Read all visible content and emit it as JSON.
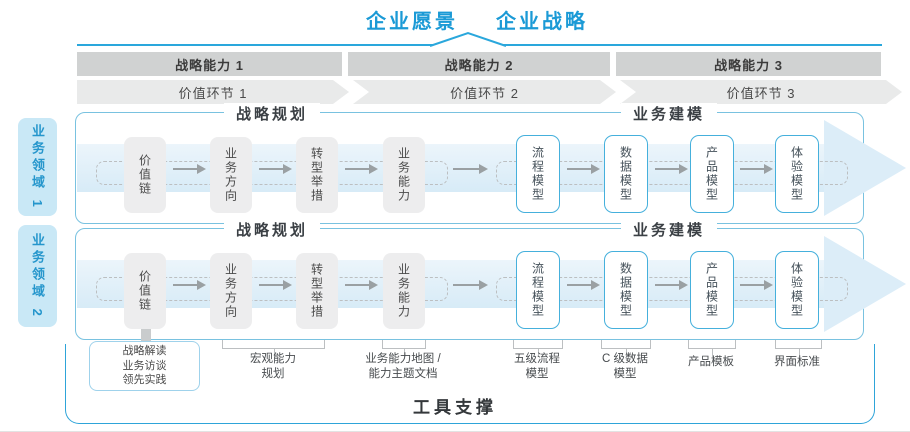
{
  "header": {
    "vision": "企业愿景",
    "strategy": "企业战略"
  },
  "capability_row": [
    {
      "label": "战略能力 1"
    },
    {
      "label": "战略能力 2"
    },
    {
      "label": "战略能力 3"
    }
  ],
  "value_row": [
    {
      "label": "价值环节 1"
    },
    {
      "label": "价值环节 2"
    },
    {
      "label": "价值环节 3"
    }
  ],
  "domains": [
    {
      "label": "业务领域 1"
    },
    {
      "label": "业务领域 2"
    }
  ],
  "panels": [
    {
      "plan_title": "战略规划",
      "model_title": "业务建模",
      "plan_boxes": [
        {
          "label": "价值链"
        },
        {
          "label": "业务方向"
        },
        {
          "label": "转型举措"
        },
        {
          "label": "业务能力"
        }
      ],
      "model_boxes": [
        {
          "label": "流程模型"
        },
        {
          "label": "数据模型"
        },
        {
          "label": "产品模型"
        },
        {
          "label": "体验模型"
        }
      ]
    },
    {
      "plan_title": "战略规划",
      "model_title": "业务建模",
      "plan_boxes": [
        {
          "label": "价值链"
        },
        {
          "label": "业务方向"
        },
        {
          "label": "转型举措"
        },
        {
          "label": "业务能力"
        }
      ],
      "model_boxes": [
        {
          "label": "流程模型"
        },
        {
          "label": "数据模型"
        },
        {
          "label": "产品模型"
        },
        {
          "label": "体验模型"
        }
      ]
    }
  ],
  "inputs_box": {
    "lines": [
      {
        "text": "战略解读"
      },
      {
        "text": "业务访谈"
      },
      {
        "text": "领先实践"
      }
    ]
  },
  "deliverables": [
    {
      "lines": [
        "宏观能力",
        "规划"
      ]
    },
    {
      "lines": [
        "业务能力地图 /",
        "能力主题文档"
      ]
    },
    {
      "lines": [
        "五级流程",
        "模型"
      ]
    },
    {
      "lines": [
        "C 级数据",
        "模型"
      ]
    },
    {
      "lines": [
        "产品模板"
      ]
    },
    {
      "lines": [
        "界面标准"
      ]
    }
  ],
  "footer": {
    "title": "工具支撑"
  },
  "colors": {
    "accent_blue": "#1b9ad6",
    "line_blue": "#2aa7dc",
    "panel_border": "#79c2e0",
    "band_fill": "#dcedf8",
    "model_box_border": "#45b0dc",
    "capability_bar": "#d0d2d2",
    "value_bar": "#e9eaea",
    "domain_bg": "#c9e8f6",
    "domain_text": "#2596cc"
  }
}
